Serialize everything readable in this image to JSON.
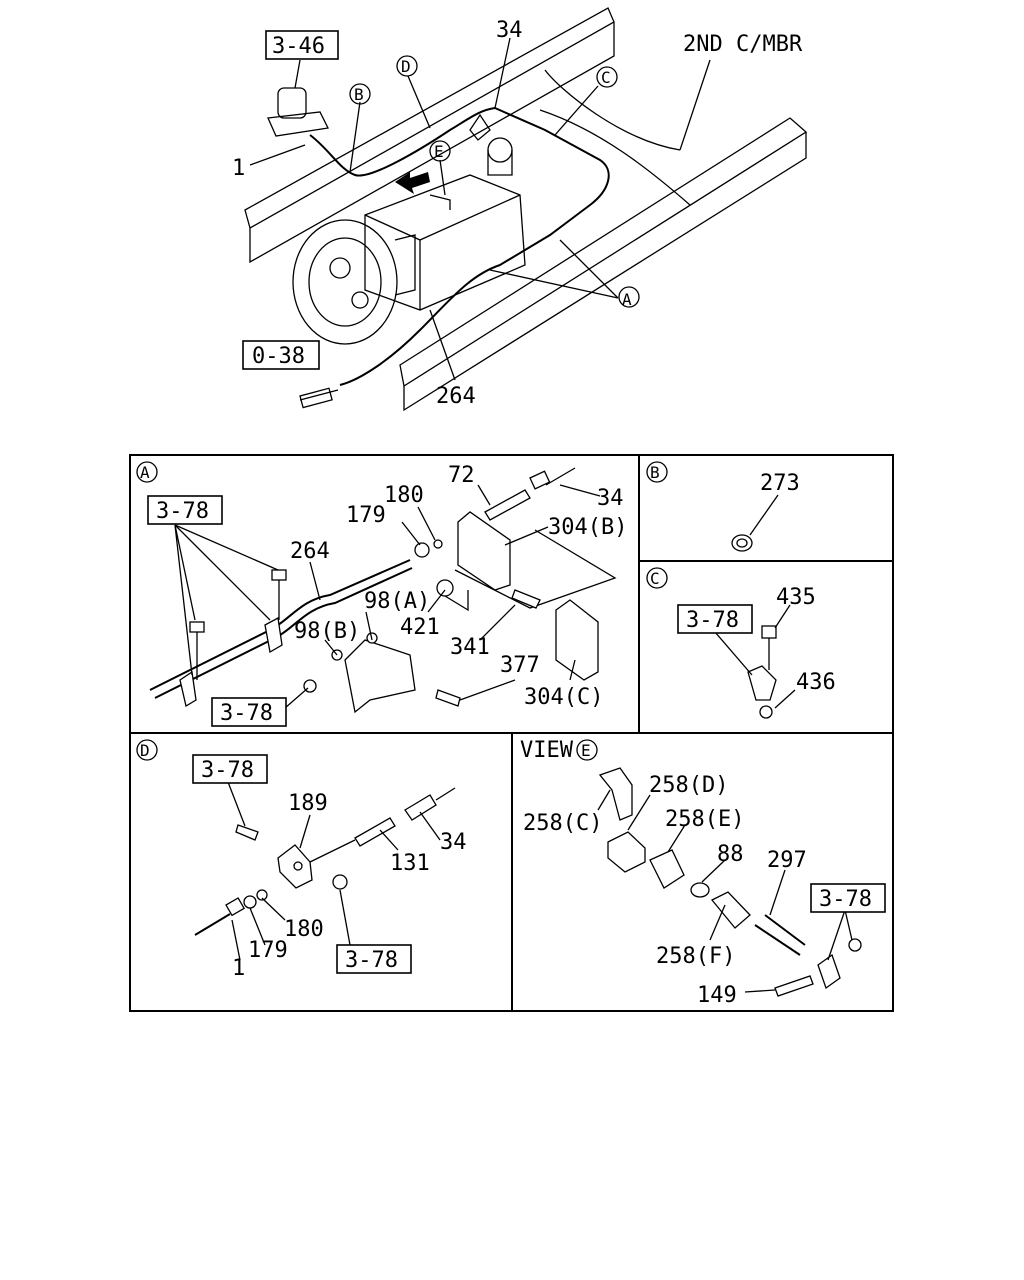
{
  "overview": {
    "ref_3_46": "3-46",
    "ref_0_38": "0-38",
    "label_34": "34",
    "label_1": "1",
    "label_264": "264",
    "member_label": "2ND C/MBR",
    "callout_a": "A",
    "callout_b": "B",
    "callout_c": "C",
    "callout_d": "D",
    "callout_e": "E"
  },
  "panel_a": {
    "title": "A",
    "ref_3_78_top": "3-78",
    "ref_3_78_bottom": "3-78",
    "label_264": "264",
    "label_179": "179",
    "label_180": "180",
    "label_72": "72",
    "label_34": "34",
    "label_304b": "304(B)",
    "label_98a": "98(A)",
    "label_421": "421",
    "label_341": "341",
    "label_98b": "98(B)",
    "label_377": "377",
    "label_304c": "304(C)"
  },
  "panel_b": {
    "title": "B",
    "label_273": "273"
  },
  "panel_c": {
    "title": "C",
    "ref_3_78": "3-78",
    "label_435": "435",
    "label_436": "436"
  },
  "panel_d": {
    "title": "D",
    "ref_3_78_top": "3-78",
    "ref_3_78_bottom": "3-78",
    "label_189": "189",
    "label_34": "34",
    "label_131": "131",
    "label_180": "180",
    "label_179": "179",
    "label_1": "1"
  },
  "panel_e": {
    "view_label": "VIEW",
    "title": "E",
    "label_258d": "258(D)",
    "label_258c": "258(C)",
    "label_258e": "258(E)",
    "label_88": "88",
    "label_297": "297",
    "ref_3_78": "3-78",
    "label_258f": "258(F)",
    "label_149": "149"
  }
}
